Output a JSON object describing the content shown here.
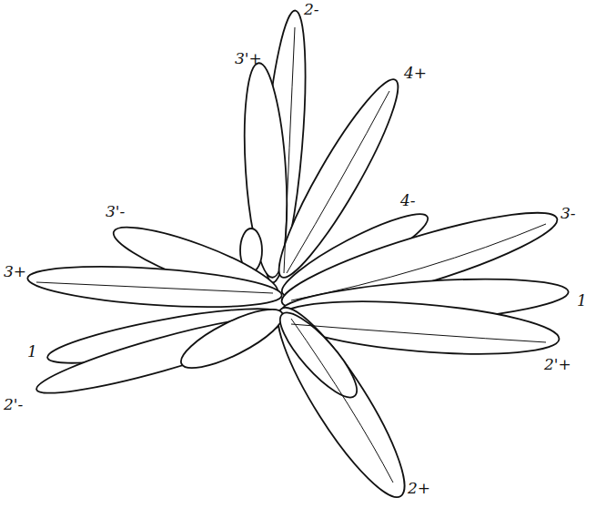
{
  "diagram": {
    "labels": [
      "2-",
      "3'+",
      "4+",
      "3'-",
      "4-",
      "3-",
      "3+",
      "1",
      "1",
      "2'+",
      "2'-",
      "2+"
    ]
  }
}
